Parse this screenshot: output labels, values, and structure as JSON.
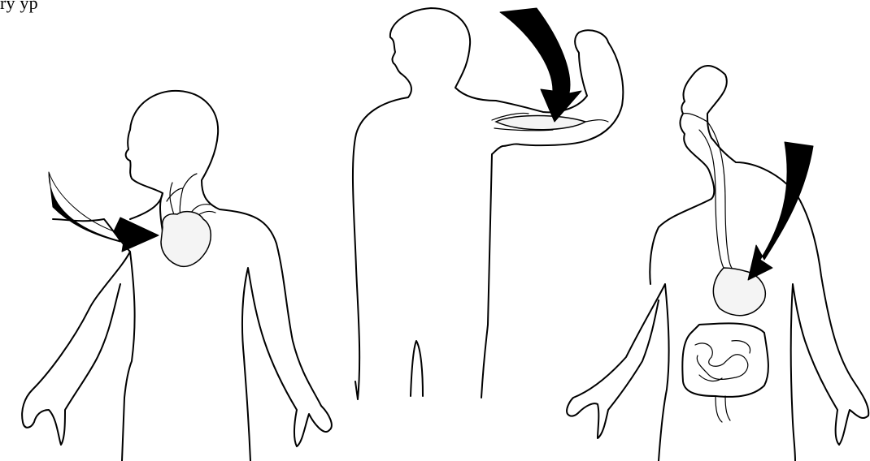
{
  "header": {
    "text": "ry    yp"
  },
  "figures": [
    {
      "organ": "heart"
    },
    {
      "organ": "biceps-muscle"
    },
    {
      "organ": "digestive-system"
    }
  ]
}
